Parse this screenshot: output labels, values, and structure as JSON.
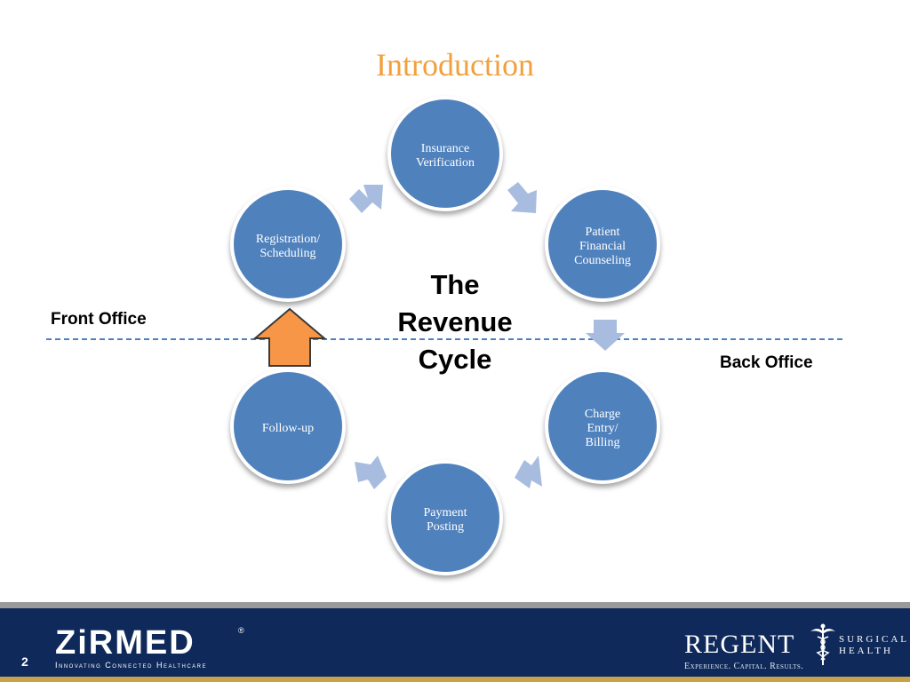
{
  "slide": {
    "title": "Introduction",
    "center_text": "The\nRevenue\nCycle",
    "front_office_label": "Front Office",
    "back_office_label": "Back Office",
    "page_number": "2"
  },
  "cycle_steps": [
    {
      "label": "Insurance\nVerification"
    },
    {
      "label": "Patient\nFinancial\nCounseling"
    },
    {
      "label": "Charge\nEntry/\nBilling"
    },
    {
      "label": "Payment\nPosting"
    },
    {
      "label": "Follow-up"
    },
    {
      "label": "Registration/\nScheduling"
    }
  ],
  "footer": {
    "zirmed_logo": "ZiRMED",
    "zirmed_registered": "®",
    "zirmed_tagline": "Innovating Connected Healthcare",
    "regent_logo": "REGENT",
    "regent_surgical": "SURGICAL",
    "regent_health": "HEALTH",
    "regent_tagline": "Experience. Capital. Results."
  },
  "colors": {
    "title": "#f2a03d",
    "circle_fill": "#4f81bd",
    "connector_arrow": "#a7bcdf",
    "up_arrow_fill": "#f79646",
    "divider_line": "#4f81bd",
    "footer_band": "#0f2a5a"
  }
}
